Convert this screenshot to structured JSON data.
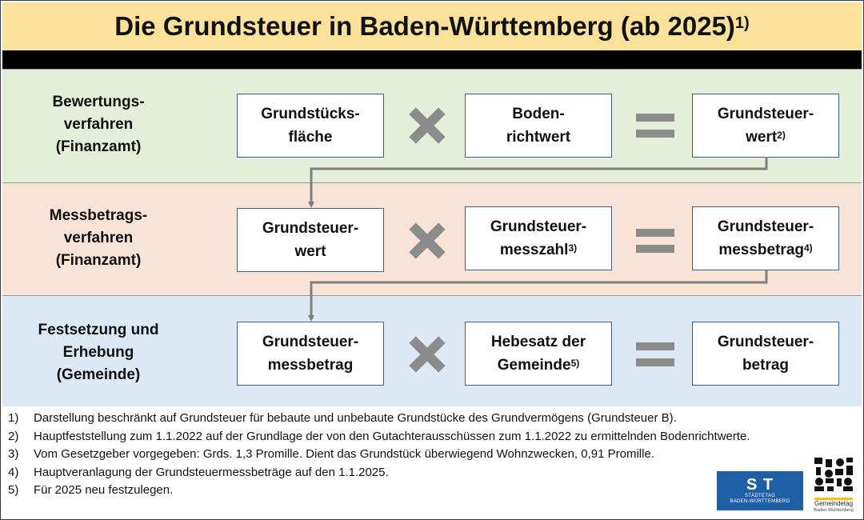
{
  "title": {
    "text": "Die Grundsteuer in Baden-Württemberg (ab 2025)",
    "sup": "1)"
  },
  "rows": [
    {
      "label": [
        "Bewertungs-",
        "verfahren",
        "(Finanzamt)"
      ],
      "boxes": [
        {
          "lines": [
            "Grundstücks-",
            "fläche"
          ]
        },
        {
          "lines": [
            "Boden-",
            "richtwert"
          ]
        },
        {
          "lines": [
            "Grundsteuer-",
            "wert"
          ],
          "sup": "2)"
        }
      ]
    },
    {
      "label": [
        "Messbetrags-",
        "verfahren",
        "(Finanzamt)"
      ],
      "boxes": [
        {
          "lines": [
            "Grundsteuer-",
            "wert"
          ]
        },
        {
          "lines": [
            "Grundsteuer-",
            "messzahl"
          ],
          "sup": "3)"
        },
        {
          "lines": [
            "Grundsteuer-",
            "messbetrag"
          ],
          "sup": "4)"
        }
      ]
    },
    {
      "label": [
        "Festsetzung und",
        "Erhebung",
        "(Gemeinde)"
      ],
      "boxes": [
        {
          "lines": [
            "Grundsteuer-",
            "messbetrag"
          ]
        },
        {
          "lines": [
            "Hebesatz der",
            "Gemeinde"
          ],
          "sup": "5)"
        },
        {
          "lines": [
            "Grundsteuer-",
            "betrag"
          ]
        }
      ]
    }
  ],
  "operators": {
    "multiply": "multiply-icon",
    "equals": "equals-icon"
  },
  "footnotes": [
    {
      "num": "1)",
      "text": "Darstellung beschränkt auf Grundsteuer für bebaute und unbebaute Grundstücke des Grundvermögens (Grundsteuer B)."
    },
    {
      "num": "2)",
      "text": "Hauptfeststellung zum 1.1.2022 auf der Grundlage der von den Gutachterausschüssen zum 1.1.2022 zu ermittelnden Bodenrichtwerte."
    },
    {
      "num": "3)",
      "text": "Vom Gesetzgeber vorgegeben: Grds. 1,3 Promille. Dient das Grundstück überwiegend Wohnzwecken, 0,91 Promille."
    },
    {
      "num": "4)",
      "text": "Hauptveranlagung der Grundsteuermessbeträge auf den 1.1.2025."
    },
    {
      "num": "5)",
      "text": "Für 2025 neu festzulegen."
    }
  ],
  "logos": {
    "staedtetag": {
      "mark": "S T",
      "line1": "STÄDTETAG",
      "line2": "BADEN-WÜRTTEMBERG"
    },
    "gemeindetag": {
      "line1": "Gemeindetag",
      "line2": "Baden-Württemberg"
    }
  },
  "colors": {
    "title_bg": "#fbe29a",
    "band1": "#e4eed9",
    "band2": "#f9e3d6",
    "band3": "#dde8f5",
    "box_border": "#3f5f8c",
    "operator": "#8c8c8c",
    "connector": "#7f7f7f",
    "staedtetag_blue": "#1f5fa6",
    "gemeindetag_yellow": "#f5c300"
  }
}
